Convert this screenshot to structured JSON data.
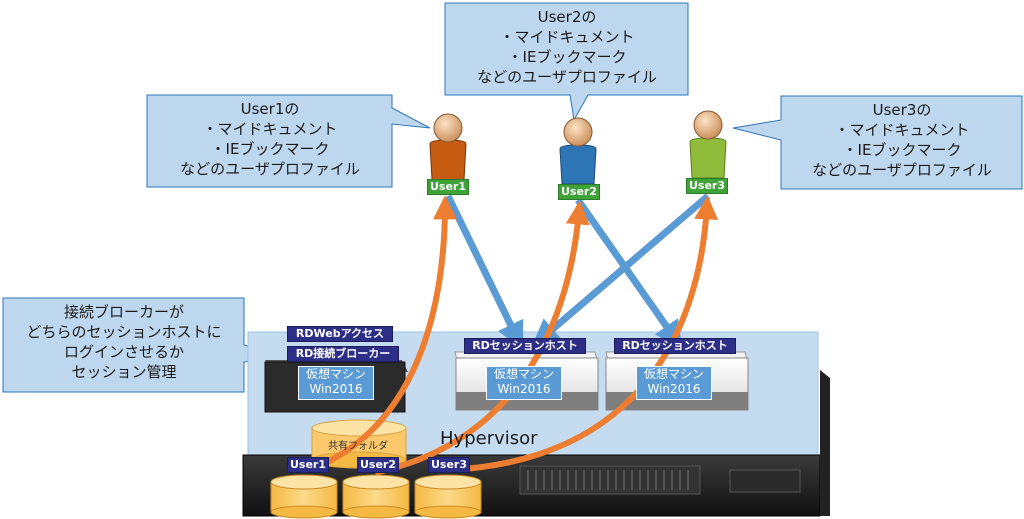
{
  "callouts": {
    "user1": {
      "lines": [
        "User1の",
        "・マイドキュメント",
        "・IEブックマーク",
        "などのユーザプロファイル"
      ]
    },
    "user2": {
      "lines": [
        "User2の",
        "・マイドキュメント",
        "・IEブックマーク",
        "などのユーザプロファイル"
      ]
    },
    "user3": {
      "lines": [
        "User3の",
        "・マイドキュメント",
        "・IEブックマーク",
        "などのユーザプロファイル"
      ]
    },
    "broker": {
      "lines": [
        "接続ブローカーが",
        "どちらのセッションホストに",
        "ログインさせるか",
        "セッション管理"
      ]
    }
  },
  "users": [
    {
      "label": "User1",
      "color": "#c55a11"
    },
    {
      "label": "User2",
      "color": "#2e75b6"
    },
    {
      "label": "User3",
      "color": "#8fbc3b"
    }
  ],
  "servers": {
    "rdweb": "RDWebアクセス",
    "broker": "RD接続ブローカー",
    "session_host_1": "RDセッションホスト",
    "session_host_2": "RDセッションホスト",
    "vm_line1": "仮想マシン",
    "vm_line2": "Win2016"
  },
  "hypervisor": "Hypervisor",
  "shared_folder": "共有フォルダ",
  "disks": [
    "User1",
    "User2",
    "User3"
  ],
  "colors": {
    "callout_fill": "#bdd7ee",
    "callout_stroke": "#2e75b6",
    "arrow_blue": "#5b9bd5",
    "arrow_orange": "#ed7d31",
    "label_navy": "#2d2f86",
    "label_green": "#3fa33a",
    "disk_fill": "#fbc96b"
  }
}
